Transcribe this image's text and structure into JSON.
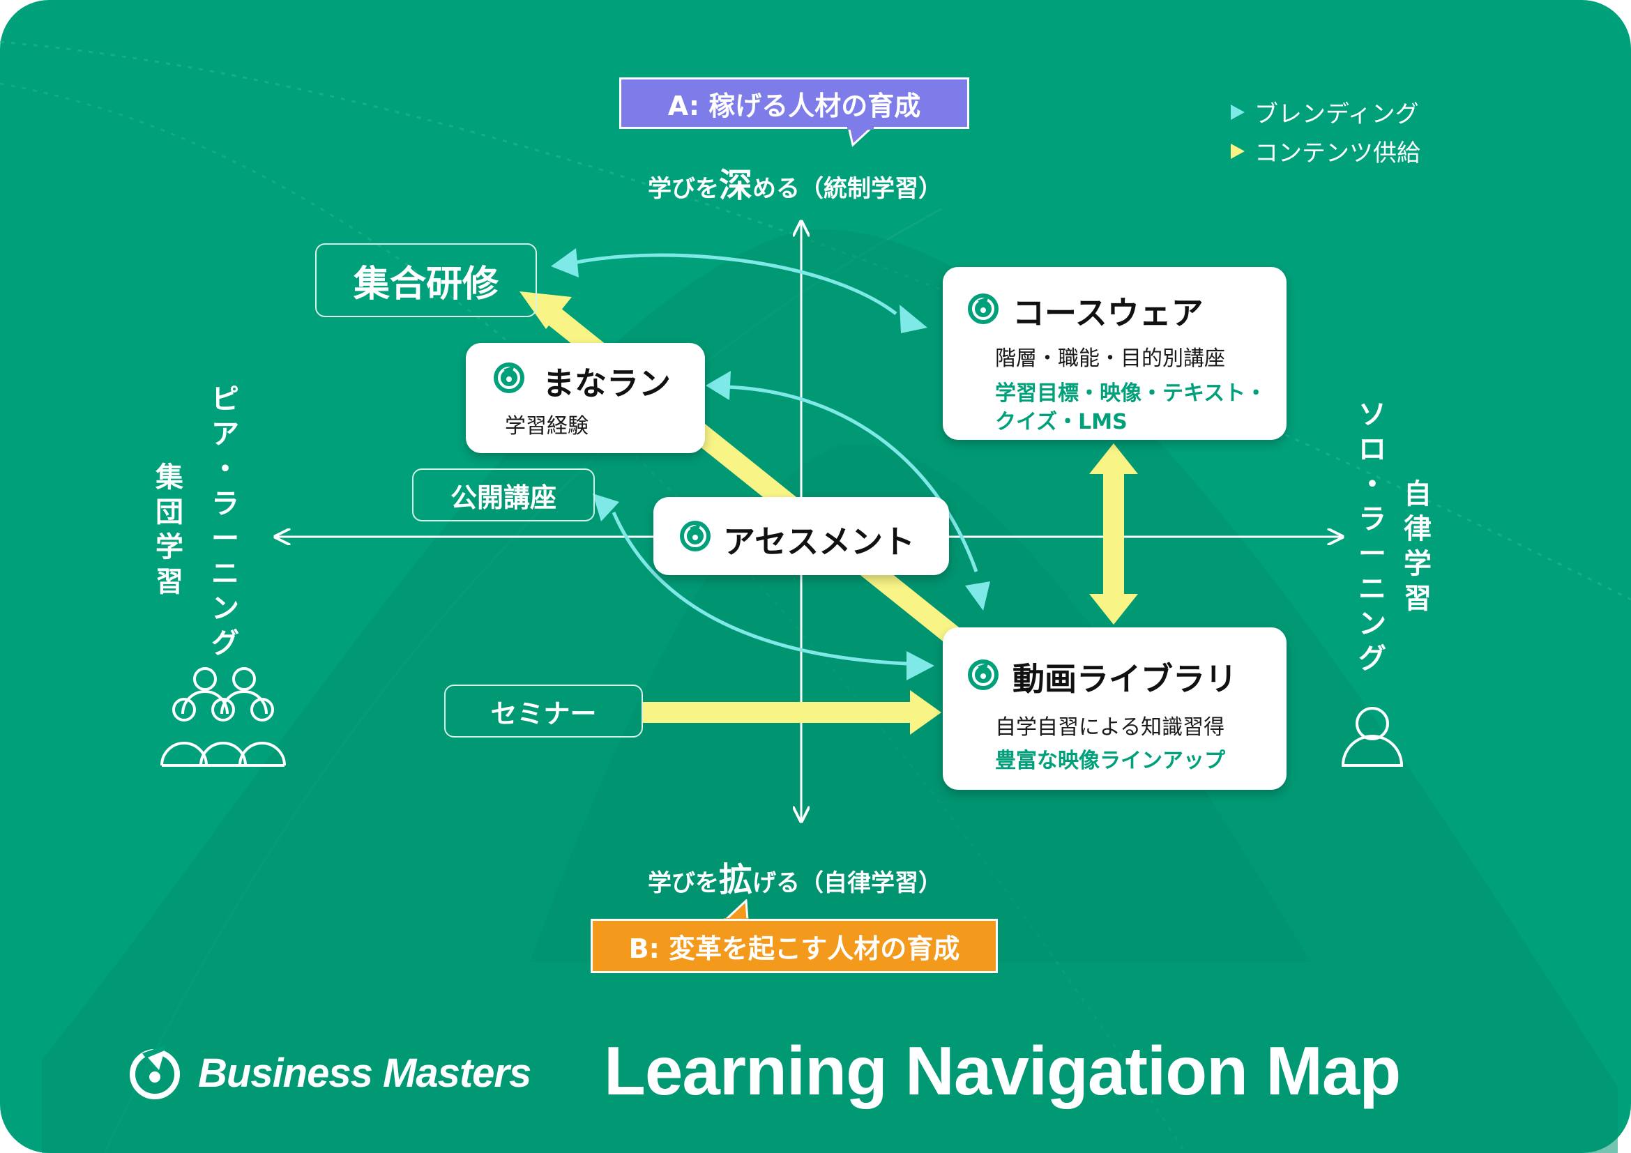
{
  "colors": {
    "background": "#00a07a",
    "card": "#ffffff",
    "accent_green": "#00a07a",
    "blend_arrow": "#7fe9e8",
    "content_arrow": "#f8f486",
    "callout_a": "#7d7ce8",
    "callout_b": "#f39a1c"
  },
  "top_axis": {
    "callout": "A: 稼げる人材の育成",
    "label_pre": "学びを",
    "label_big": "深",
    "label_post": "める（統制学習）"
  },
  "bottom_axis": {
    "label_pre": "学びを",
    "label_big": "拡",
    "label_post": "げる（自律学習）",
    "callout": "B: 変革を起こす人材の育成"
  },
  "legend": [
    {
      "label": "ブレンディング",
      "color": "#7fe9e8"
    },
    {
      "label": "コンテンツ供給",
      "color": "#f8f486"
    }
  ],
  "left_axis": {
    "line1": [
      "ピ",
      "ア",
      "・",
      "ラ",
      "ー",
      "ニ",
      "ン",
      "グ"
    ],
    "line2": [
      "集",
      "団",
      "学",
      "習"
    ],
    "icon": "group-people-icon"
  },
  "right_axis": {
    "line1": [
      "ソ",
      "ロ",
      "・",
      "ラ",
      "ー",
      "ニ",
      "ン",
      "グ"
    ],
    "line2": [
      "自",
      "律",
      "学",
      "習"
    ],
    "icon": "single-person-icon"
  },
  "outline_boxes": {
    "group_training": "集合研修",
    "public_course": "公開講座",
    "seminar": "セミナー"
  },
  "cards": {
    "manaran": {
      "title": "まなラン",
      "sub": "学習経験"
    },
    "assessment": {
      "title": "アセスメント"
    },
    "courseware": {
      "title": "コースウェア",
      "sub": "階層・職能・目的別講座",
      "green1": "学習目標・映像・テキスト・",
      "green2": "クイズ・LMS"
    },
    "video_library": {
      "title": "動画ライブラリ",
      "sub": "自学自習による知識習得",
      "green": "豊富な映像ラインアップ"
    }
  },
  "footer": {
    "brand": "Business Masters",
    "title": "Learning Navigation Map"
  }
}
